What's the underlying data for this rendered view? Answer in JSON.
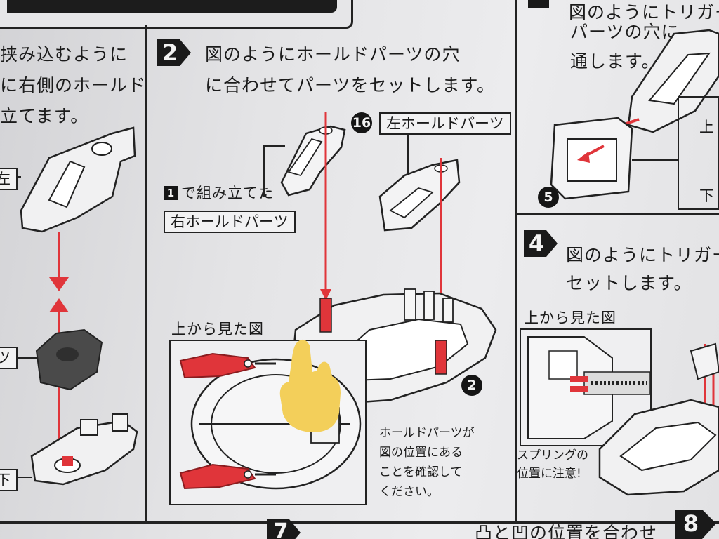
{
  "left_column": {
    "lines": [
      "挟み込むように",
      "に右側のホールド",
      "立てます。"
    ],
    "label_top": "左",
    "label_mid": "ツ",
    "label_bottom": "下"
  },
  "step2": {
    "number": "2",
    "instruction": [
      "図のようにホールドパーツの穴",
      "に合わせてパーツをセットします。"
    ],
    "callout_part_number": "16",
    "left_hold_label": "左ホールドパーツ",
    "step1_ref_number": "1",
    "step1_ref_text": "で組み立てた",
    "right_hold_label": "右ホールドパーツ",
    "top_view_label": "上から見た図",
    "base_part_number": "2",
    "note": [
      "ホールドパーツが",
      "図の位置にある",
      "ことを確認して",
      "ください。"
    ]
  },
  "step3": {
    "instruction": [
      "図のようにトリガー",
      "パーツの穴に",
      "通します。"
    ],
    "part_number": "5",
    "label_top": "上",
    "label_bottom": "下"
  },
  "step4": {
    "number": "4",
    "instruction": [
      "図のようにトリガー",
      "セットします。"
    ],
    "top_view_label": "上から見た図",
    "spring_note": [
      "スプリングの",
      "位置に注意!"
    ]
  },
  "step7": {
    "number": "7",
    "instruction": "凸と凹の位置を合わせ"
  },
  "step8": {
    "number": "8"
  },
  "colors": {
    "paper": "#e8e8ea",
    "ink": "#1b1b1b",
    "accent_red": "#e0353a",
    "dark_part": "#4a4a4a",
    "finger_overlay": "#f3cf5a"
  }
}
